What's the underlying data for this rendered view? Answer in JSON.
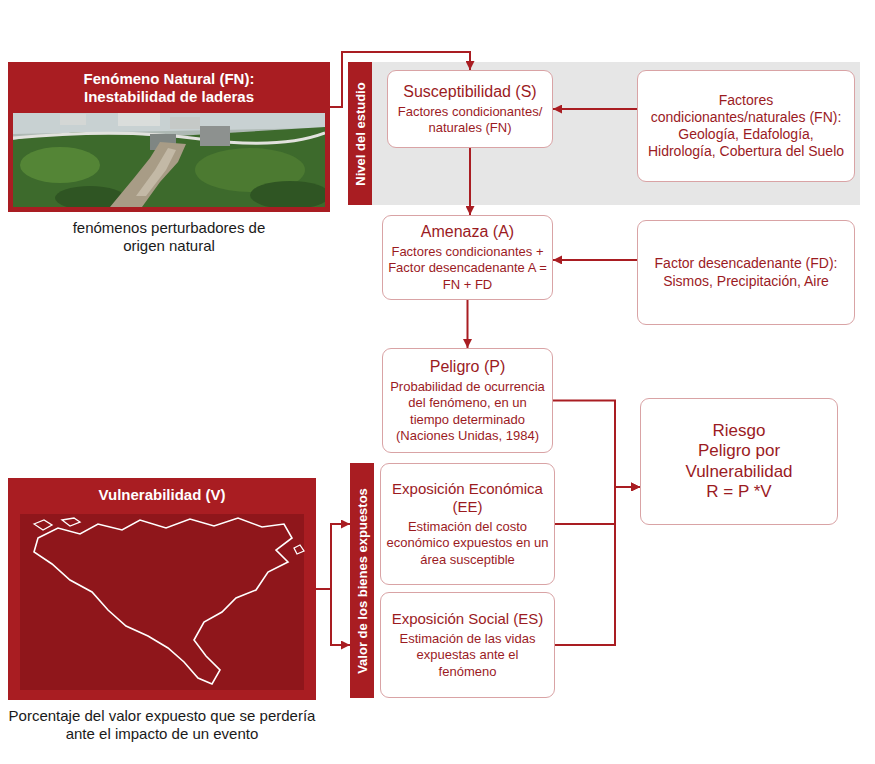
{
  "diagram": {
    "nodes": [
      {
        "text": [
          "Fenómeno Natural (FN): Inestabilidad de laderas",
          "fenómenos perturbadores de origen natural"
        ]
      },
      {
        "text": [
          "Nivel del estudio"
        ]
      },
      {
        "text": [
          "Susceptibilidad (S)",
          "Factores condicionantes/ naturales (FN)"
        ],
        "in": 1
      },
      {
        "text": [
          "Factores condicionantes/naturales (FN): Geología, Edafología, Hidrología, Cobertura del Suelo"
        ],
        "in": 1
      },
      {
        "text": [
          "Amenaza (A)",
          "Factores condicionantes + Factor desencadenante A = FN + FD"
        ]
      },
      {
        "text": [
          "Factor desencadenante (FD): Sismos, Precipitación, Aire"
        ]
      },
      {
        "text": [
          "Peligro (P)",
          "Probabilidad de ocurrencia del fenómeno, en un tiempo determinado (Naciones Unidas, 1984)"
        ]
      },
      {
        "text": [
          "Riesgo",
          "Peligro por Vulnerabilidad",
          "R = P *V"
        ]
      },
      {
        "text": [
          "Vulnerabilidad (V)",
          "Porcentaje del valor expuesto que se perdería ante el impacto de un evento"
        ]
      },
      {
        "text": [
          "Valor de los bienes expuestos"
        ]
      },
      {
        "text": [
          "Exposición Económica (EE)",
          "Estimación del costo económico expuestos en un área susceptible"
        ],
        "in": 9
      },
      {
        "text": [
          "Exposición Social (ES)",
          "Estimación de las vidas expuestas ante el fenómeno"
        ],
        "in": 9
      }
    ],
    "edges": [
      {
        "from": 0,
        "to": 2,
        "arrow": "to"
      },
      {
        "from": 3,
        "to": 2,
        "arrow": "to"
      },
      {
        "from": 2,
        "to": 4,
        "arrow": "to"
      },
      {
        "from": 5,
        "to": 4,
        "arrow": "to"
      },
      {
        "from": 4,
        "to": 6,
        "arrow": "to"
      },
      {
        "from": 6,
        "to": 7,
        "arrow": "to"
      },
      {
        "from": 10,
        "to": 7,
        "arrow": "to"
      },
      {
        "from": 11,
        "to": 7,
        "arrow": "to"
      },
      {
        "from": 8,
        "to": 9,
        "arrow": "to"
      },
      {
        "from": 8,
        "to": 9,
        "arrow": "to"
      }
    ]
  }
}
